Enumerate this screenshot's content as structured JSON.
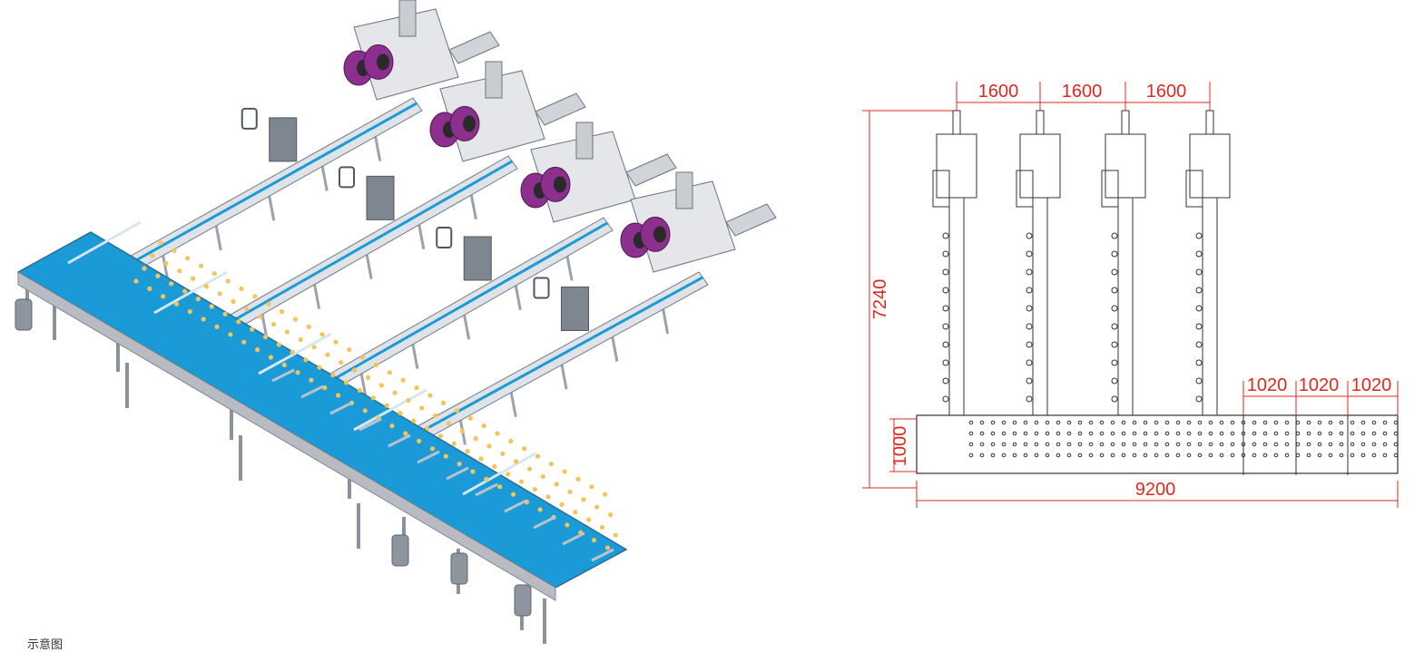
{
  "figure": {
    "left_view": "isometric-render",
    "right_view": "plan-drawing"
  },
  "colors": {
    "conveyor_blue": "#1a9ad6",
    "frame_grey": "#b8bcc2",
    "film_roll_purple": "#8c2f8f",
    "product_dot": "#f2c45a",
    "dimension_red": "#e0281e",
    "line_drawing": "#333333"
  },
  "dimensions": {
    "pitch_1": "1600",
    "pitch_2": "1600",
    "pitch_3": "1600",
    "height_total": "7240",
    "width_base": "1000",
    "module_1": "1020",
    "module_2": "1020",
    "module_3": "1020",
    "length_total": "9200"
  },
  "caption": "示意图"
}
